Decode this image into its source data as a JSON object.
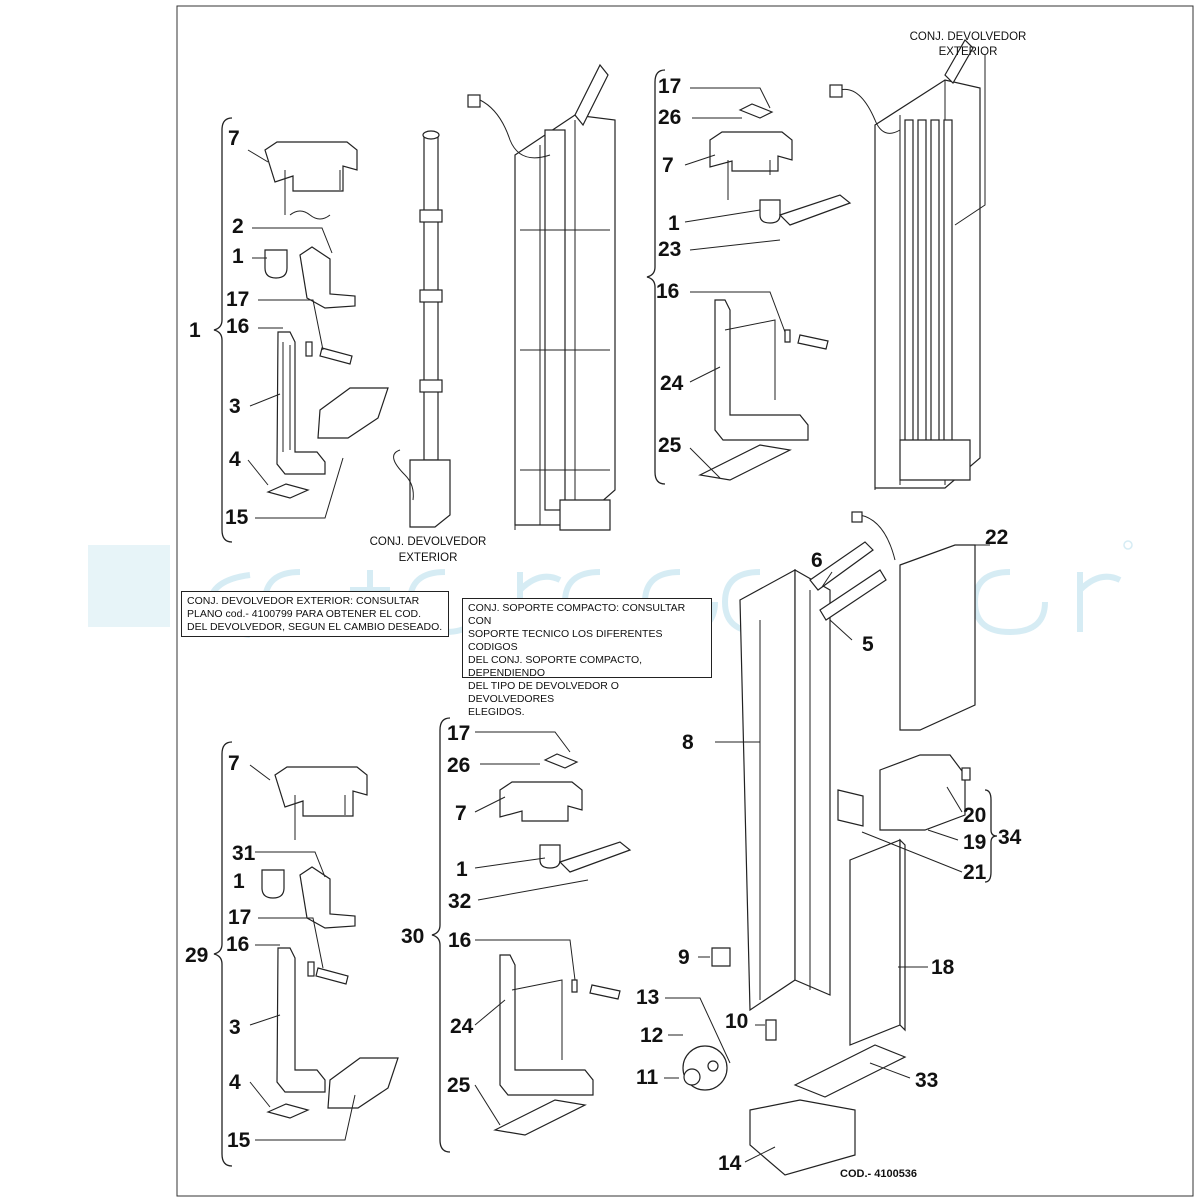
{
  "notes": {
    "left": [
      "CONJ. DEVOLVEDOR EXTERIOR: CONSULTAR",
      "PLANO cod.- 4100799 PARA OBTENER EL COD.",
      "DEL DEVOLVEDOR, SEGUN EL CAMBIO DESEADO."
    ],
    "right": [
      "CONJ. SOPORTE COMPACTO: CONSULTAR CON",
      "SOPORTE TECNICO LOS DIFERENTES CODIGOS",
      "DEL CONJ. SOPORTE COMPACTO, DEPENDIENDO",
      "DEL TIPO DE DEVOLVEDOR O DEVOLVEDORES",
      "ELEGIDOS."
    ]
  },
  "captions": {
    "center": [
      "CONJ. DEVOLVEDOR",
      "EXTERIOR"
    ],
    "topright": [
      "CONJ. DEVOLVEDOR",
      "EXTERIOR"
    ]
  },
  "drawing_code": "COD.- 4100536",
  "callouts": {
    "g1": [
      "7",
      "2",
      "1",
      "17",
      "16",
      "3",
      "4",
      "15"
    ],
    "g1_group": "1",
    "g2": [
      "17",
      "26",
      "7",
      "1",
      "23",
      "16",
      "24",
      "25"
    ],
    "g3": [
      "7",
      "31",
      "1",
      "17",
      "16",
      "3",
      "4",
      "15"
    ],
    "g3_group": "29",
    "g4": [
      "17",
      "26",
      "7",
      "1",
      "32",
      "16",
      "24",
      "25"
    ],
    "g4_group": "30",
    "g5": [
      "22",
      "6",
      "5",
      "8",
      "20",
      "19",
      "34",
      "21",
      "18",
      "9",
      "13",
      "12",
      "11",
      "10",
      "33",
      "14"
    ]
  },
  "colors": {
    "line": "#222222",
    "watermark": "#cfe9f2"
  }
}
